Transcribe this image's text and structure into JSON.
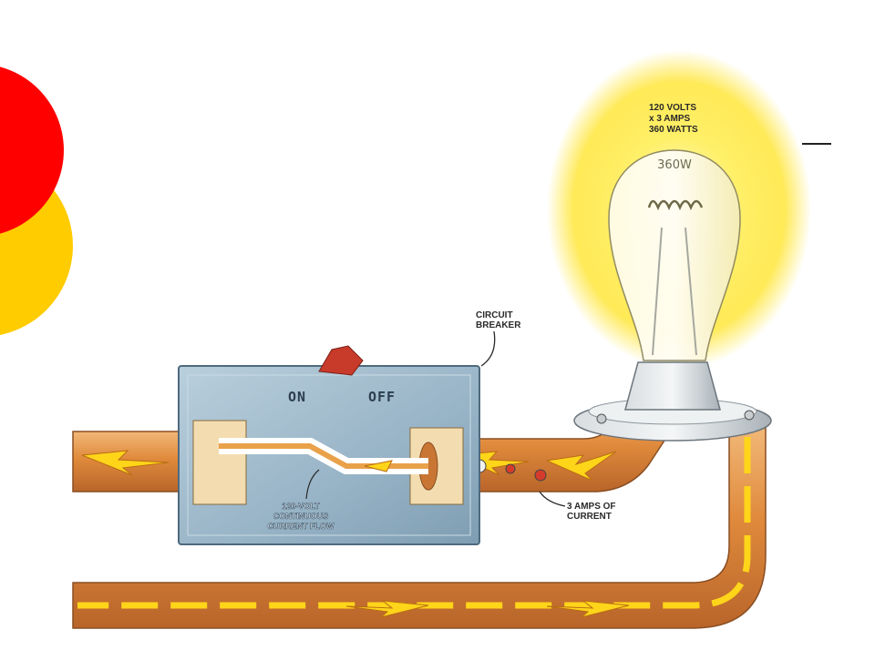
{
  "bulb_label": {
    "line1": "120 VOLTS",
    "line2": "x 3 AMPS",
    "line3": "360 WATTS"
  },
  "bulb_glass_text": "360W",
  "breaker_label": {
    "line1": "CIRCUIT",
    "line2": "BREAKER"
  },
  "switch": {
    "on": "ON",
    "off": "OFF"
  },
  "flow_label": {
    "line1": "120-VOLT",
    "line2": "CONTINUOUS",
    "line3": "CURRENT FLOW"
  },
  "amps_label": {
    "line1": "3 AMPS OF",
    "line2": "CURRENT"
  },
  "colors": {
    "decor_red": "#ff0000",
    "decor_yellow": "#ffcc00",
    "pipe_copper": "#d98a3a",
    "breaker_body": "#9ab6c8",
    "glow": "#ffe94a",
    "bolt_yellow": "#ffd51a"
  }
}
